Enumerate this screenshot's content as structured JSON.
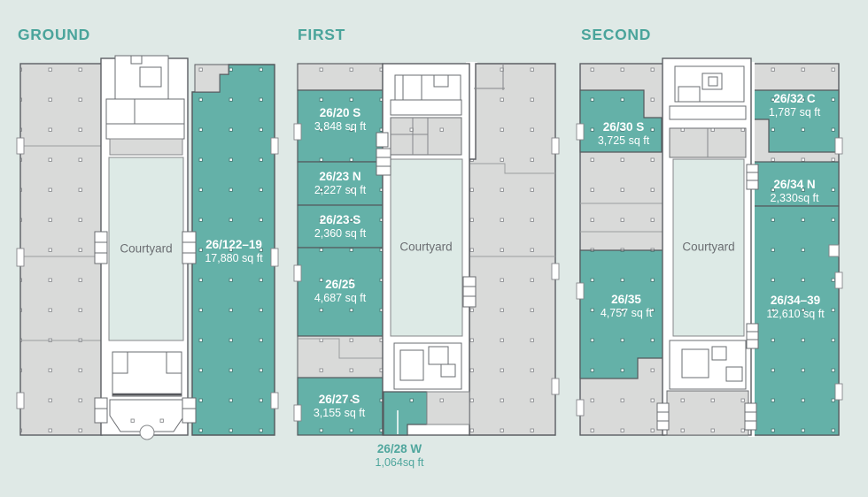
{
  "colors": {
    "background": "#dfe9e6",
    "unit_teal": "#64b1a8",
    "floor_gray": "#d9dad9",
    "courtyard_fill": "#ddeae6",
    "title_teal": "#4aa49b",
    "wall_stroke": "#5b5d62"
  },
  "plans": [
    {
      "title": "GROUND",
      "courtyard_label": "Courtyard",
      "units": [
        {
          "name": "26/122–19",
          "area": "17,880 sq ft"
        }
      ]
    },
    {
      "title": "FIRST",
      "courtyard_label": "Courtyard",
      "units": [
        {
          "name": "26/20 S",
          "area": "3,848 sq ft"
        },
        {
          "name": "26/23 N",
          "area": "2,227 sq ft"
        },
        {
          "name": "26/23 S",
          "area": "2,360 sq ft"
        },
        {
          "name": "26/25",
          "area": "4,687 sq ft"
        },
        {
          "name": "26/27 S",
          "area": "3,155 sq ft"
        },
        {
          "name": "26/28 W",
          "area": "1,064sq ft"
        }
      ]
    },
    {
      "title": "SECOND",
      "courtyard_label": "Courtyard",
      "units": [
        {
          "name": "26/30 S",
          "area": "3,725 sq ft"
        },
        {
          "name": "26/32 C",
          "area": "1,787 sq ft"
        },
        {
          "name": "26/34 N",
          "area": "2,330sq ft"
        },
        {
          "name": "26/35",
          "area": "4,757 sq ft"
        },
        {
          "name": "26/34–39",
          "area": "12,610 sq ft"
        }
      ]
    }
  ]
}
